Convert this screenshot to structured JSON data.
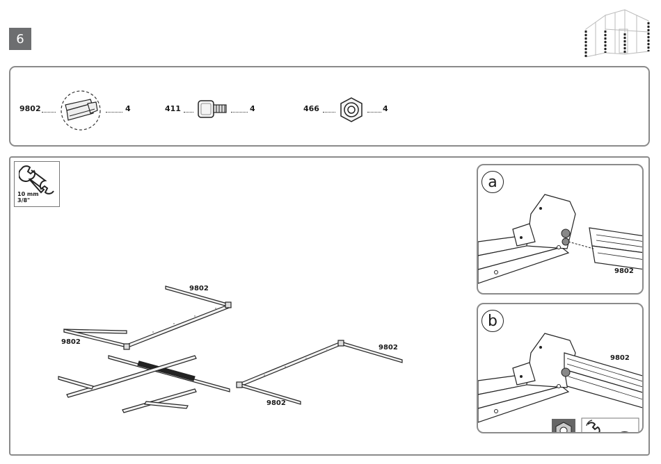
{
  "step": {
    "number": "6"
  },
  "parts": [
    {
      "code": "9802",
      "qty": "4"
    },
    {
      "code": "411",
      "qty": "4"
    },
    {
      "code": "466",
      "qty": "4"
    }
  ],
  "tool": {
    "size_mm": "10 mm",
    "size_in": "3/8\""
  },
  "diagram_labels": {
    "frame_top": "9802",
    "frame_left": "9802",
    "frame_right": "9802",
    "frame_bottom": "9802"
  },
  "details": [
    {
      "letter": "a",
      "part_label": "9802"
    },
    {
      "letter": "b",
      "part_label": "9802"
    }
  ]
}
